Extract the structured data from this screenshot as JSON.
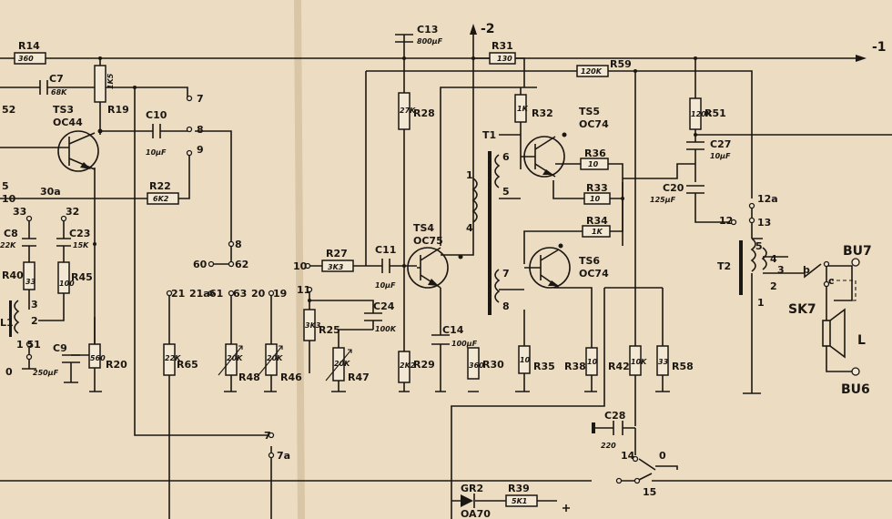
{
  "colors": {
    "paper": "#ecdcc2",
    "ink": "#1b1712",
    "fold": "#d9c6a6"
  },
  "rail": {
    "neg1": "-1",
    "neg2": "-2"
  },
  "resistors": {
    "R14": {
      "name": "R14",
      "value": "360"
    },
    "R19": {
      "name": "R19",
      "value": "1K5"
    },
    "R22": {
      "name": "R22",
      "value": "6K2"
    },
    "R40": {
      "name": "R40",
      "value": "33"
    },
    "R45": {
      "name": "R45",
      "value": "100"
    },
    "R20": {
      "name": "R20",
      "value": "560"
    },
    "R65": {
      "name": "R65",
      "value": "22K"
    },
    "R48": {
      "name": "R48",
      "value": "20K"
    },
    "R46": {
      "name": "R46",
      "value": "20K"
    },
    "R25": {
      "name": "R25",
      "value": "3K3"
    },
    "R47": {
      "name": "R47",
      "value": "20K"
    },
    "R27": {
      "name": "R27",
      "value": "3K3"
    },
    "R28": {
      "name": "R28",
      "value": "27K"
    },
    "R29": {
      "name": "R29",
      "value": "2K2"
    },
    "R30": {
      "name": "R30",
      "value": "360"
    },
    "R31": {
      "name": "R31",
      "value": "130"
    },
    "R59": {
      "name": "R59",
      "value": "120K"
    },
    "R32": {
      "name": "R32",
      "value": "1K"
    },
    "R51": {
      "name": "R51",
      "value": "120K"
    },
    "R36": {
      "name": "R36",
      "value": "10"
    },
    "R33": {
      "name": "R33",
      "value": "10"
    },
    "R34": {
      "name": "R34",
      "value": "1K"
    },
    "R35": {
      "name": "R35",
      "value": "10"
    },
    "R38": {
      "name": "R38",
      "value": "10"
    },
    "R42": {
      "name": "R42",
      "value": "10K"
    },
    "R58": {
      "name": "R58",
      "value": "33"
    },
    "R39": {
      "name": "R39",
      "value": "5K1"
    }
  },
  "capacitors": {
    "C7": {
      "name": "C7",
      "value": "68K"
    },
    "C10": {
      "name": "C10",
      "value": "10µF"
    },
    "C8": {
      "name": "C8",
      "value": "22K"
    },
    "C23": {
      "name": "C23",
      "value": "15K"
    },
    "C9": {
      "name": "C9",
      "value": "250µF"
    },
    "C24": {
      "name": "C24",
      "value": "100K"
    },
    "C11": {
      "name": "C11",
      "value": "10µF"
    },
    "C13": {
      "name": "C13",
      "value": "800µF"
    },
    "C14": {
      "name": "C14",
      "value": "100µF"
    },
    "C27": {
      "name": "C27",
      "value": "10µF"
    },
    "C20": {
      "name": "C20",
      "value": "125µF"
    },
    "C28": {
      "name": "C28",
      "value": "220"
    }
  },
  "transistors": {
    "TS3": {
      "name": "TS3",
      "type": "OC44"
    },
    "TS4": {
      "name": "TS4",
      "type": "OC75"
    },
    "TS5": {
      "name": "TS5",
      "type": "OC74"
    },
    "TS6": {
      "name": "TS6",
      "type": "OC74"
    }
  },
  "transformers": {
    "T1": "T1",
    "T2": "T2",
    "L1": "L1"
  },
  "misc": {
    "GR2": "GR2",
    "OA70": "OA70",
    "SK7": "SK7",
    "BU7": "BU7",
    "BU6": "BU6",
    "L": "L"
  },
  "pins": {
    "p52": "52",
    "p5": "5",
    "p10": "10",
    "p30a": "30a",
    "p33": "33",
    "p32": "32",
    "p3": "3",
    "p2": "2",
    "p1_51": "1 51",
    "p0": "0",
    "p7": "7",
    "p8": "8",
    "p9": "9",
    "p8b": "8",
    "p60": "60",
    "p62": "62",
    "p21": "21",
    "p21a": "21a",
    "p61": "61",
    "p63": "63",
    "p20": "20",
    "p19": "19",
    "p11": "11",
    "p7b": "7",
    "p7a": "7a",
    "p10b": "10",
    "t1_1": "1",
    "t1_4": "4",
    "t1_6": "6",
    "t1_5": "5",
    "t1_7": "7",
    "t1_8": "8",
    "p12a": "12a",
    "p12": "12",
    "p13": "13",
    "t2_5": "5",
    "t2_4": "4",
    "t2_3": "3",
    "t2_2": "2",
    "t2_1": "1",
    "sk_b": "b",
    "sk_c": "c",
    "p14": "14",
    "p0b": "0",
    "p15": "15"
  }
}
